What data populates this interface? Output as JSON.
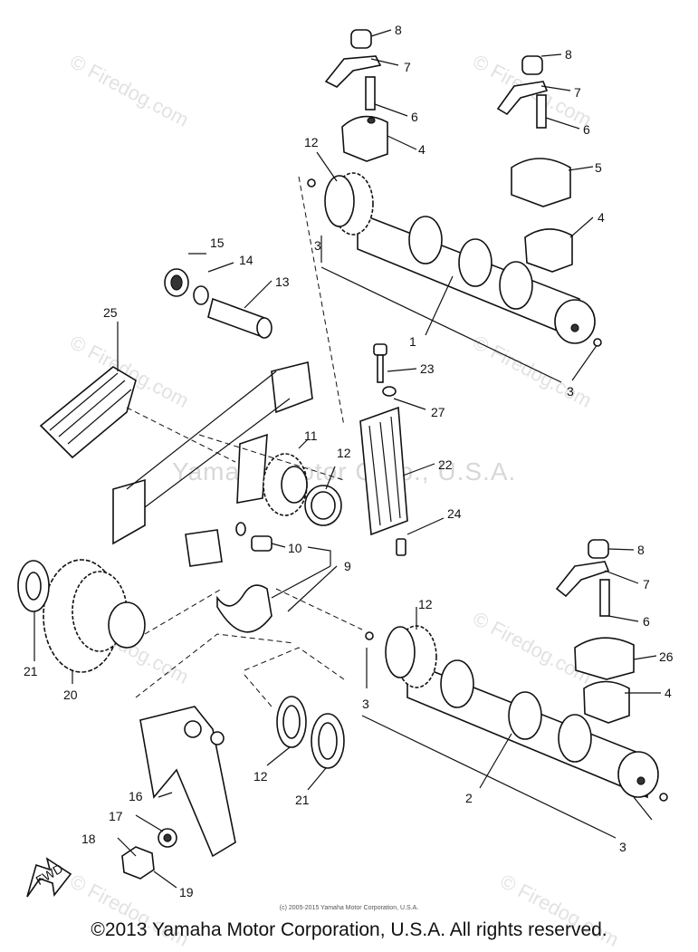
{
  "watermark": {
    "text": "© Firedog.com",
    "center_text": "Yamaha Motor Corp., U.S.A."
  },
  "small_copyright": "(c) 2005-2015 Yamaha Motor Corporation, U.S.A.",
  "footer_copyright": "©2013 Yamaha Motor Corporation, U.S.A. All rights reserved.",
  "fwd_badge": "FWD",
  "callouts": {
    "c1": "1",
    "c2": "2",
    "c3a": "3",
    "c3b": "3",
    "c3c": "3",
    "c3d": "3",
    "c4a": "4",
    "c4b": "4",
    "c4c": "4",
    "c5": "5",
    "c6a": "6",
    "c6b": "6",
    "c6c": "6",
    "c7a": "7",
    "c7b": "7",
    "c7c": "7",
    "c8a": "8",
    "c8b": "8",
    "c8c": "8",
    "c9": "9",
    "c10": "10",
    "c11": "11",
    "c12a": "12",
    "c12b": "12",
    "c12c": "12",
    "c12d": "12",
    "c13": "13",
    "c14": "14",
    "c15": "15",
    "c16": "16",
    "c17": "17",
    "c18": "18",
    "c19": "19",
    "c20": "20",
    "c21a": "21",
    "c21b": "21",
    "c22": "22",
    "c23": "23",
    "c24": "24",
    "c25": "25",
    "c26": "26",
    "c27": "27"
  }
}
